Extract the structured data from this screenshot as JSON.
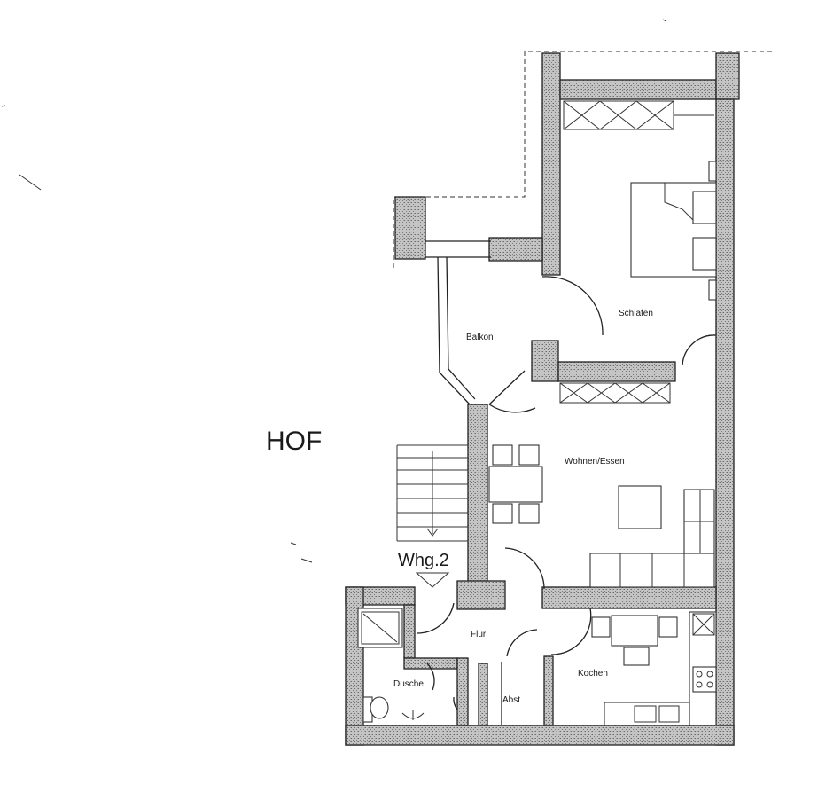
{
  "labels": {
    "yard": "HOF",
    "unit": "Whg.2",
    "bedroom": "Schlafen",
    "balcony": "Balkon",
    "living": "Wohnen/Essen",
    "hall": "Flur",
    "kitchen": "Kochen",
    "shower": "Dusche",
    "wc": "Abst"
  },
  "colors": {
    "line": "#222222",
    "wall_fill": "#bdbdbd",
    "background": "#ffffff"
  }
}
